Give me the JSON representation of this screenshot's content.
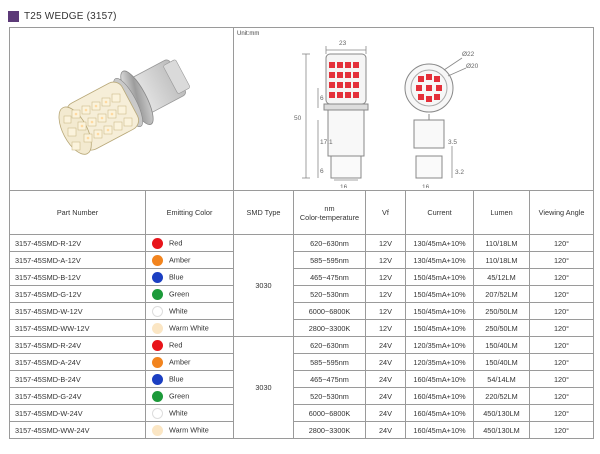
{
  "header": {
    "title": "T25 WEDGE (3157)"
  },
  "drawing": {
    "unit_label": "Unit:mm",
    "dims": {
      "width_top": "23",
      "height_total": "50",
      "d1": "6",
      "d2": "17.1",
      "d3": "6",
      "base_w": "16",
      "circ_d": "Ø22",
      "circ_d2": "Ø20",
      "side_w": "16",
      "side_t": "3.5",
      "side_h": "3.2"
    }
  },
  "table": {
    "headers": {
      "part_number": "Part Number",
      "emitting_color": "Emitting Color",
      "smd_type": "SMD Type",
      "nm_top": "nm",
      "nm_bottom": "Color-temperature",
      "vf": "Vf",
      "current": "Current",
      "lumen": "Lumen",
      "viewing_angle": "Viewing Angle"
    },
    "smd_12v": "3030",
    "smd_24v": "3030",
    "rows": [
      {
        "part": "3157-45SMD-R-12V",
        "color_name": "Red",
        "color_hex": "#e8141a",
        "nm": "620~630nm",
        "vf": "12V",
        "current": "130/45mA+10%",
        "lumen": "110/18LM",
        "angle": "120°"
      },
      {
        "part": "3157-45SMD-A-12V",
        "color_name": "Amber",
        "color_hex": "#f2841e",
        "nm": "585~595nm",
        "vf": "12V",
        "current": "130/45mA+10%",
        "lumen": "110/18LM",
        "angle": "120°"
      },
      {
        "part": "3157-45SMD-B-12V",
        "color_name": "Blue",
        "color_hex": "#1b3fc2",
        "nm": "465~475nm",
        "vf": "12V",
        "current": "150/45mA+10%",
        "lumen": "45/12LM",
        "angle": "120°"
      },
      {
        "part": "3157-45SMD-G-12V",
        "color_name": "Green",
        "color_hex": "#1c9a3a",
        "nm": "520~530nm",
        "vf": "12V",
        "current": "150/45mA+10%",
        "lumen": "207/52LM",
        "angle": "120°"
      },
      {
        "part": "3157-45SMD-W-12V",
        "color_name": "White",
        "color_hex": "#ffffff",
        "nm": "6000~6800K",
        "vf": "12V",
        "current": "150/45mA+10%",
        "lumen": "250/50LM",
        "angle": "120°"
      },
      {
        "part": "3157-45SMD-WW-12V",
        "color_name": "Warm White",
        "color_hex": "#fbe6c4",
        "nm": "2800~3300K",
        "vf": "12V",
        "current": "150/45mA+10%",
        "lumen": "250/50LM",
        "angle": "120°"
      },
      {
        "part": "3157-45SMD-R-24V",
        "color_name": "Red",
        "color_hex": "#e8141a",
        "nm": "620~630nm",
        "vf": "24V",
        "current": "120/35mA+10%",
        "lumen": "150/40LM",
        "angle": "120°"
      },
      {
        "part": "3157-45SMD-A-24V",
        "color_name": "Amber",
        "color_hex": "#f2841e",
        "nm": "585~595nm",
        "vf": "24V",
        "current": "120/35mA+10%",
        "lumen": "150/40LM",
        "angle": "120°"
      },
      {
        "part": "3157-45SMD-B-24V",
        "color_name": "Blue",
        "color_hex": "#1b3fc2",
        "nm": "465~475nm",
        "vf": "24V",
        "current": "160/45mA+10%",
        "lumen": "54/14LM",
        "angle": "120°"
      },
      {
        "part": "3157-45SMD-G-24V",
        "color_name": "Green",
        "color_hex": "#1c9a3a",
        "nm": "520~530nm",
        "vf": "24V",
        "current": "160/45mA+10%",
        "lumen": "220/52LM",
        "angle": "120°"
      },
      {
        "part": "3157-45SMD-W-24V",
        "color_name": "White",
        "color_hex": "#ffffff",
        "nm": "6000~6800K",
        "vf": "24V",
        "current": "160/45mA+10%",
        "lumen": "450/130LM",
        "angle": "120°"
      },
      {
        "part": "3157-45SMD-WW-24V",
        "color_name": "Warm White",
        "color_hex": "#fbe6c4",
        "nm": "2800~3300K",
        "vf": "24V",
        "current": "160/45mA+10%",
        "lumen": "450/130LM",
        "angle": "120°"
      }
    ]
  }
}
